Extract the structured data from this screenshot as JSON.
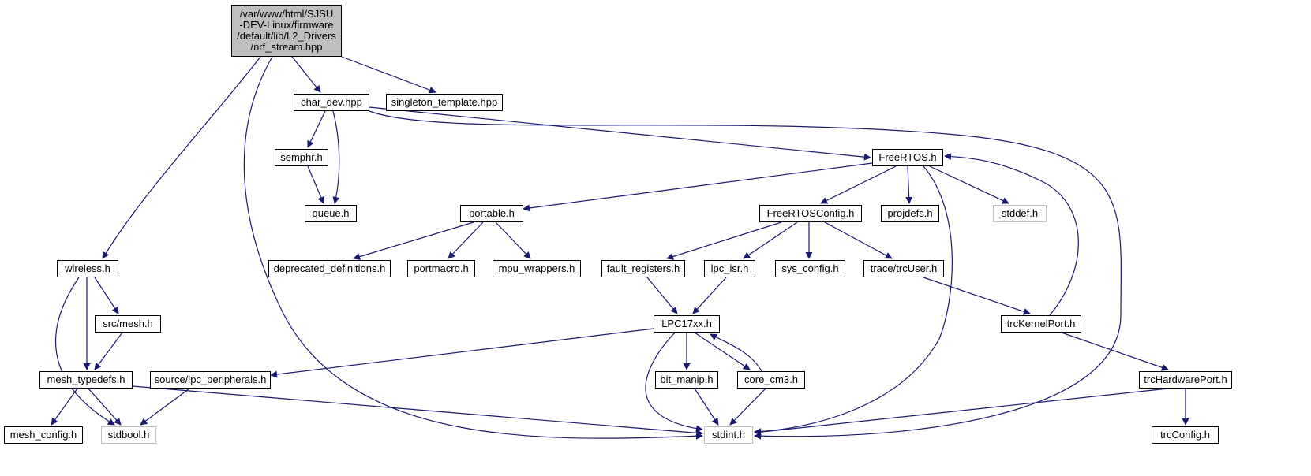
{
  "colors": {
    "edge": "#191970",
    "node_border": "#000000",
    "root_fill": "#bfbfbf",
    "external_border": "#bfbfbf",
    "background": "#ffffff"
  },
  "nodes": [
    {
      "id": "nrf_stream",
      "lines": [
        "/var/www/html/SJSU",
        "-DEV-Linux/firmware",
        "/default/lib/L2_Drivers",
        "/nrf_stream.hpp"
      ],
      "kind": "root"
    },
    {
      "id": "char_dev",
      "lines": [
        "char_dev.hpp"
      ],
      "kind": "normal"
    },
    {
      "id": "singleton",
      "lines": [
        "singleton_template.hpp"
      ],
      "kind": "normal"
    },
    {
      "id": "semphr",
      "lines": [
        "semphr.h"
      ],
      "kind": "normal"
    },
    {
      "id": "queue",
      "lines": [
        "queue.h"
      ],
      "kind": "normal"
    },
    {
      "id": "freertos",
      "lines": [
        "FreeRTOS.h"
      ],
      "kind": "normal"
    },
    {
      "id": "portable",
      "lines": [
        "portable.h"
      ],
      "kind": "normal"
    },
    {
      "id": "freertosconfig",
      "lines": [
        "FreeRTOSConfig.h"
      ],
      "kind": "normal"
    },
    {
      "id": "projdefs",
      "lines": [
        "projdefs.h"
      ],
      "kind": "normal"
    },
    {
      "id": "stddef",
      "lines": [
        "stddef.h"
      ],
      "kind": "external"
    },
    {
      "id": "wireless",
      "lines": [
        "wireless.h"
      ],
      "kind": "normal"
    },
    {
      "id": "deprecated",
      "lines": [
        "deprecated_definitions.h"
      ],
      "kind": "normal"
    },
    {
      "id": "portmacro",
      "lines": [
        "portmacro.h"
      ],
      "kind": "normal"
    },
    {
      "id": "mpu_wrappers",
      "lines": [
        "mpu_wrappers.h"
      ],
      "kind": "normal"
    },
    {
      "id": "fault_registers",
      "lines": [
        "fault_registers.h"
      ],
      "kind": "normal"
    },
    {
      "id": "lpc_isr",
      "lines": [
        "lpc_isr.h"
      ],
      "kind": "normal"
    },
    {
      "id": "sys_config",
      "lines": [
        "sys_config.h"
      ],
      "kind": "normal"
    },
    {
      "id": "trcuser",
      "lines": [
        "trace/trcUser.h"
      ],
      "kind": "normal"
    },
    {
      "id": "srcmesh",
      "lines": [
        "src/mesh.h"
      ],
      "kind": "normal"
    },
    {
      "id": "lpc17xx",
      "lines": [
        "LPC17xx.h"
      ],
      "kind": "normal"
    },
    {
      "id": "trckernelport",
      "lines": [
        "trcKernelPort.h"
      ],
      "kind": "normal"
    },
    {
      "id": "mesh_typedefs",
      "lines": [
        "mesh_typedefs.h"
      ],
      "kind": "normal"
    },
    {
      "id": "lpc_peripherals",
      "lines": [
        "source/lpc_peripherals.h"
      ],
      "kind": "normal"
    },
    {
      "id": "bit_manip",
      "lines": [
        "bit_manip.h"
      ],
      "kind": "normal"
    },
    {
      "id": "core_cm3",
      "lines": [
        "core_cm3.h"
      ],
      "kind": "normal"
    },
    {
      "id": "trchardwareport",
      "lines": [
        "trcHardwarePort.h"
      ],
      "kind": "normal"
    },
    {
      "id": "mesh_config",
      "lines": [
        "mesh_config.h"
      ],
      "kind": "normal"
    },
    {
      "id": "stdbool",
      "lines": [
        "stdbool.h"
      ],
      "kind": "external"
    },
    {
      "id": "stdint",
      "lines": [
        "stdint.h"
      ],
      "kind": "external"
    },
    {
      "id": "trcconfig",
      "lines": [
        "trcConfig.h"
      ],
      "kind": "normal"
    }
  ],
  "edges": [
    [
      "nrf_stream",
      "char_dev"
    ],
    [
      "nrf_stream",
      "singleton"
    ],
    [
      "nrf_stream",
      "wireless"
    ],
    [
      "nrf_stream",
      "stdint"
    ],
    [
      "char_dev",
      "semphr"
    ],
    [
      "char_dev",
      "queue"
    ],
    [
      "char_dev",
      "freertos"
    ],
    [
      "char_dev",
      "stdint"
    ],
    [
      "semphr",
      "queue"
    ],
    [
      "freertos",
      "portable"
    ],
    [
      "freertos",
      "freertosconfig"
    ],
    [
      "freertos",
      "projdefs"
    ],
    [
      "freertos",
      "stddef"
    ],
    [
      "freertos",
      "stdint"
    ],
    [
      "portable",
      "deprecated"
    ],
    [
      "portable",
      "portmacro"
    ],
    [
      "portable",
      "mpu_wrappers"
    ],
    [
      "freertosconfig",
      "fault_registers"
    ],
    [
      "freertosconfig",
      "lpc_isr"
    ],
    [
      "freertosconfig",
      "sys_config"
    ],
    [
      "freertosconfig",
      "trcuser"
    ],
    [
      "trcuser",
      "trckernelport"
    ],
    [
      "trckernelport",
      "freertos"
    ],
    [
      "trckernelport",
      "trchardwareport"
    ],
    [
      "trchardwareport",
      "trcconfig"
    ],
    [
      "trchardwareport",
      "stdint"
    ],
    [
      "fault_registers",
      "lpc17xx"
    ],
    [
      "lpc_isr",
      "lpc17xx"
    ],
    [
      "lpc17xx",
      "lpc_peripherals"
    ],
    [
      "lpc17xx",
      "bit_manip"
    ],
    [
      "lpc17xx",
      "core_cm3"
    ],
    [
      "lpc17xx",
      "stdint"
    ],
    [
      "core_cm3",
      "lpc17xx"
    ],
    [
      "core_cm3",
      "stdint"
    ],
    [
      "bit_manip",
      "stdint"
    ],
    [
      "wireless",
      "srcmesh"
    ],
    [
      "wireless",
      "mesh_typedefs"
    ],
    [
      "wireless",
      "stdbool"
    ],
    [
      "srcmesh",
      "mesh_typedefs"
    ],
    [
      "mesh_typedefs",
      "mesh_config"
    ],
    [
      "mesh_typedefs",
      "stdbool"
    ],
    [
      "mesh_typedefs",
      "stdint"
    ],
    [
      "lpc_peripherals",
      "stdbool"
    ]
  ]
}
